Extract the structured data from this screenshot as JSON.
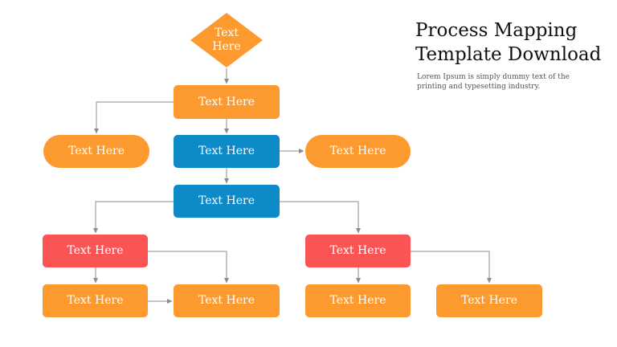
{
  "slide": {
    "title_line1": "Process Mapping",
    "title_line2": "Template Download",
    "subtitle": "Lorem Ipsum is simply dummy text of the printing and typesetting industry."
  },
  "colors": {
    "orange": "#fd9a2f",
    "blue": "#0d8ac7",
    "red": "#fb5455",
    "connector": "#8c8c8c"
  },
  "diagram": {
    "decision": "Text\nHere",
    "step1": "Text Here",
    "left_terminal": "Text Here",
    "step2": "Text Here",
    "right_terminal": "Text Here",
    "step3": "Text Here",
    "left_branch": "Text Here",
    "right_branch": "Text Here",
    "left_leaf_a": "Text Here",
    "left_leaf_b": "Text Here",
    "right_leaf_a": "Text Here",
    "right_leaf_b": "Text Here"
  }
}
